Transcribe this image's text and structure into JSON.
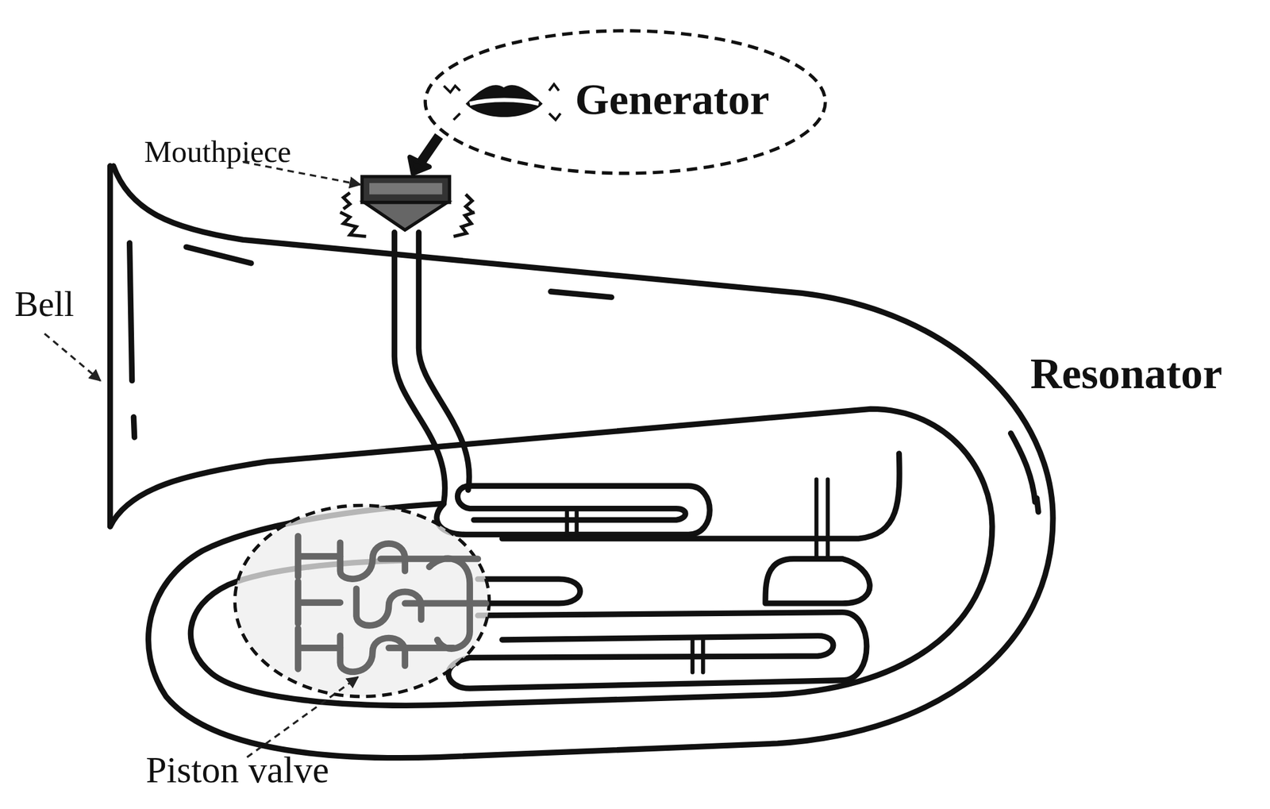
{
  "diagram": {
    "nodes": [
      {
        "text": [
          "Generator"
        ]
      }
    ],
    "labels": [
      "Mouthpiece",
      "Bell",
      "Resonator",
      "Piston valve"
    ]
  }
}
